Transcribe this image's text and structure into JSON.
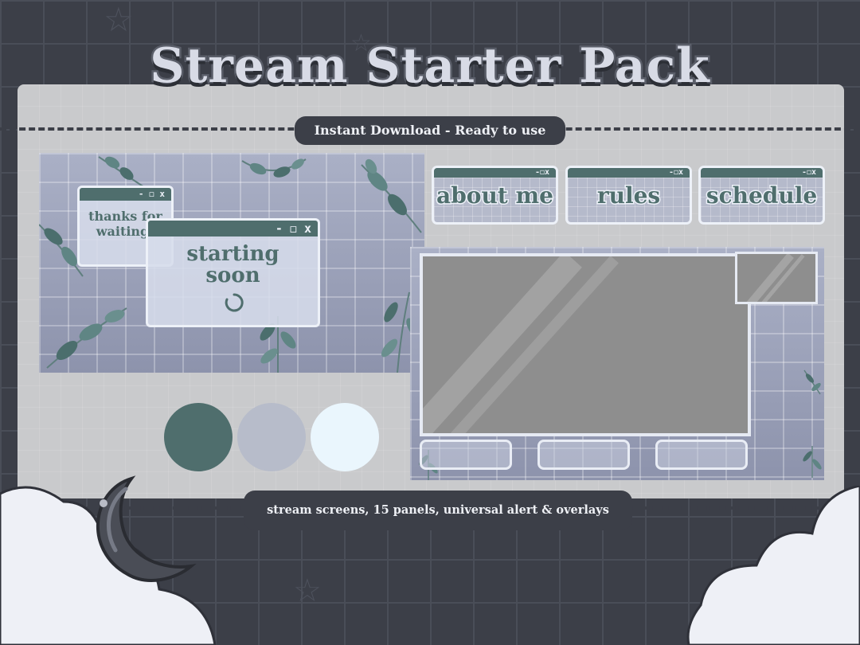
{
  "header": {
    "title": "Stream Starter Pack"
  },
  "top_badge": {
    "label": "Instant Download - Ready to use"
  },
  "bottom_badge": {
    "label": "stream screens, 15 panels, universal alert & overlays"
  },
  "starting_screen": {
    "small_window": {
      "controls": "- ◻ x",
      "text": "thanks for waiting!"
    },
    "main_window": {
      "controls": "- ◻ x",
      "text_line1": "starting",
      "text_line2": "soon"
    }
  },
  "panels": [
    {
      "label": "about me",
      "controls": "-◻x"
    },
    {
      "label": "rules",
      "controls": "-◻x"
    },
    {
      "label": "schedule",
      "controls": "-◻x"
    }
  ],
  "palette": [
    "#4f6e6d",
    "#b7bcca",
    "#eaf6fd"
  ],
  "colors": {
    "background": "#3c3f48",
    "card": "#c9cacc",
    "accent": "#4f6e6d"
  },
  "icons": [
    "star-icon",
    "moon-icon",
    "cloud-icon",
    "leaf-icon",
    "loading-icon"
  ]
}
